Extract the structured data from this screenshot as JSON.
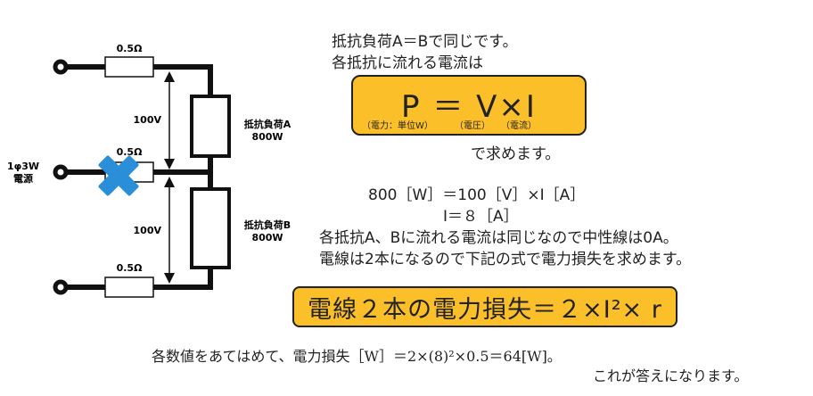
{
  "circuit": {
    "resistor_top": "0.5Ω",
    "resistor_mid": "0.5Ω",
    "resistor_bot": "0.5Ω",
    "voltage_top": "100V",
    "voltage_bot": "100V",
    "load_a_line1": "抵抗負荷A",
    "load_a_line2": "800W",
    "load_b_line1": "抵抗負荷B",
    "load_b_line2": "800W",
    "source_line1": "1φ3W",
    "source_line2": "電源"
  },
  "text": {
    "line1": "抵抗負荷A＝Bで同じです。",
    "line2": "各抵抗に流れる電流は",
    "formula1": {
      "main": "P ＝ V×I",
      "sub_power": "（電力：単位W）",
      "sub_voltage": "（電圧）",
      "sub_current": "（電流）"
    },
    "line3": "で求めます。",
    "calc1": "800［W］＝100［V］×I［A］",
    "calc2": "I＝８［A］",
    "line4": "各抵抗A、Bに流れる電流は同じなので中性線は0A。",
    "line5": "電線は2本になるので下記の式で電力損失を求めます。",
    "formula2": "電線２本の電力損失＝２×I²× r",
    "line6": "各数値をあてはめて、電力損失［W］＝2×(8)²×0.5＝64[W]。",
    "line7": "これが答えになります。"
  },
  "colors": {
    "accent": "#fbbf2a",
    "cross": "#2a8fd8",
    "wire": "#111111"
  }
}
